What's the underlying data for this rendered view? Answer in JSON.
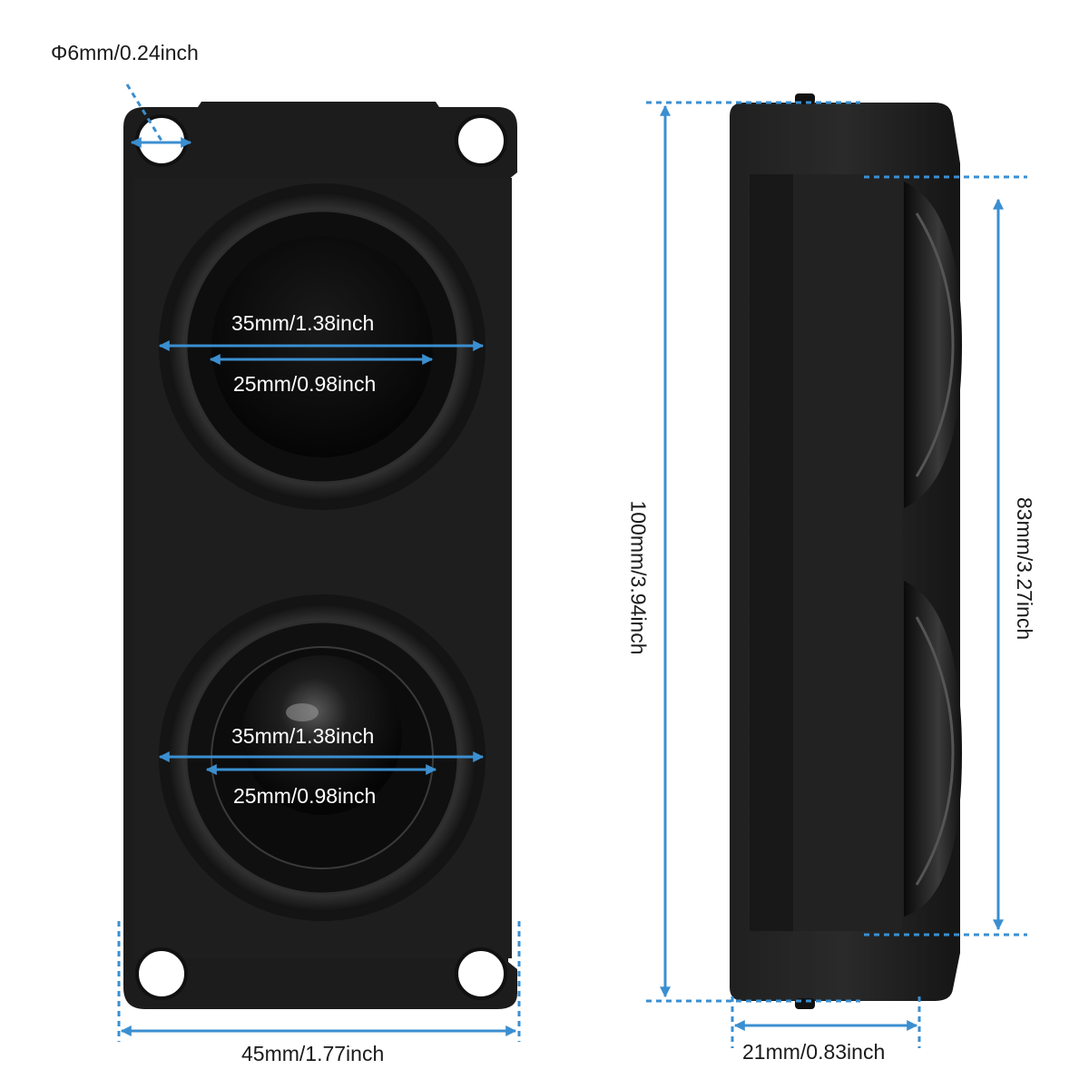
{
  "product": {
    "front_view": {
      "hole_diameter_label": "Φ6mm/0.24inch",
      "upper_driver": {
        "outer_label": "35mm/1.38inch",
        "inner_label": "25mm/0.98inch"
      },
      "lower_driver": {
        "outer_label": "35mm/1.38inch",
        "inner_label": "25mm/0.98inch"
      },
      "width_label": "45mm/1.77inch"
    },
    "side_view": {
      "height_label": "100mm/3.94inch",
      "inner_height_label": "83mm/3.27inch",
      "depth_label": "21mm/0.83inch"
    }
  },
  "colors": {
    "dimension_line": "#3b8fd0",
    "body": "#1c1c1c",
    "label_dark": "#1a1a1a",
    "label_light": "#ffffff"
  }
}
